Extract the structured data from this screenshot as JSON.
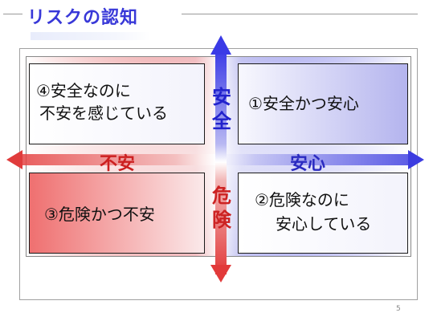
{
  "slide": {
    "title": "リスクの認知",
    "page_number": "5"
  },
  "axes": {
    "vertical_top": "安全",
    "vertical_bottom": "危険",
    "horizontal_left": "不安",
    "horizontal_right": "安心"
  },
  "quadrants": {
    "top_left": {
      "line1": "④安全なのに",
      "line2": "不安を感じている"
    },
    "top_right": {
      "line1": "①安全かつ安心"
    },
    "bottom_left": {
      "line1": "③危険かつ不安"
    },
    "bottom_right": {
      "line1": "②危険なのに",
      "line2": "安心している"
    }
  },
  "colors": {
    "title": "#3838d8",
    "safe_blue": "#2a2ac0",
    "danger_red": "#cc2020"
  }
}
